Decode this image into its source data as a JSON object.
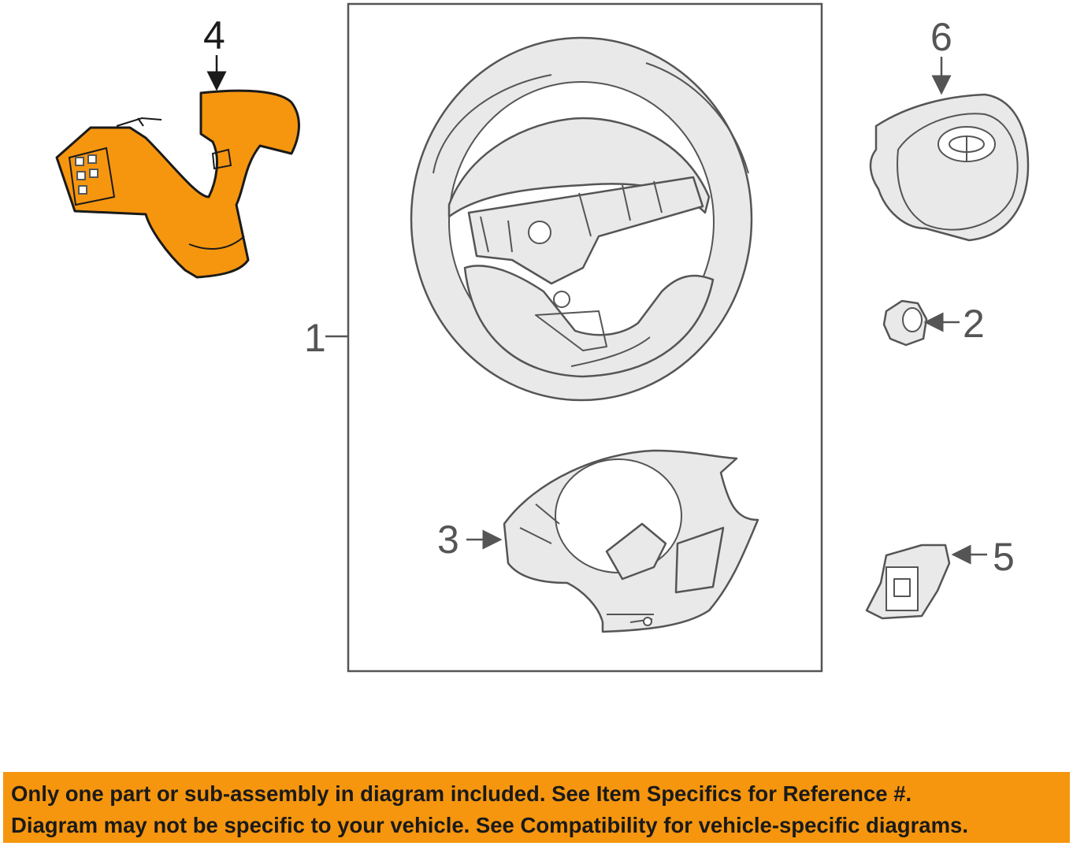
{
  "callouts": {
    "wheel_assembly": "1",
    "nut": "2",
    "lower_cover": "3",
    "switch_bezel": "4",
    "switch": "5",
    "airbag": "6"
  },
  "colors": {
    "highlight": "#f6960f",
    "line": "#555555",
    "part_fill": "#e9e9e9"
  },
  "banner": {
    "line1": "Only one part or sub-assembly in diagram included. See Item Specifics for Reference #.",
    "line2": "Diagram may not be specific to your vehicle. See Compatibility for vehicle-specific diagrams."
  }
}
